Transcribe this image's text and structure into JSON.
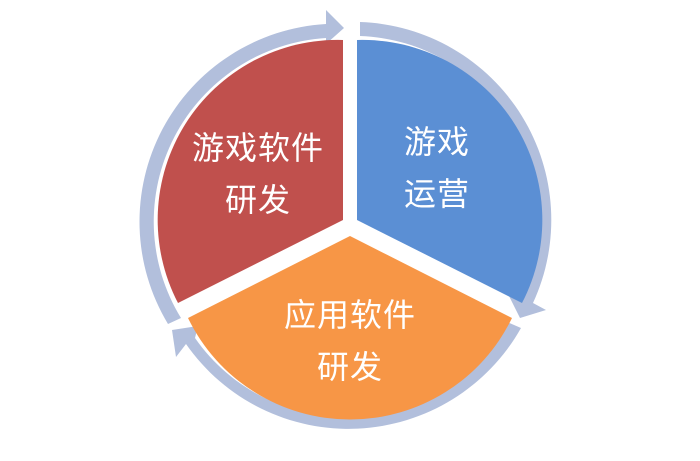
{
  "diagram": {
    "segments": [
      {
        "id": "rd",
        "lines": [
          "游戏软件",
          "研发"
        ],
        "color": "#C0504D"
      },
      {
        "id": "ops",
        "lines": [
          "游戏",
          "运营"
        ],
        "color": "#5B8FD4"
      },
      {
        "id": "app",
        "lines": [
          "应用软件",
          "研发"
        ],
        "color": "#F79646"
      }
    ],
    "cycle_color": "#B2BFDC"
  }
}
